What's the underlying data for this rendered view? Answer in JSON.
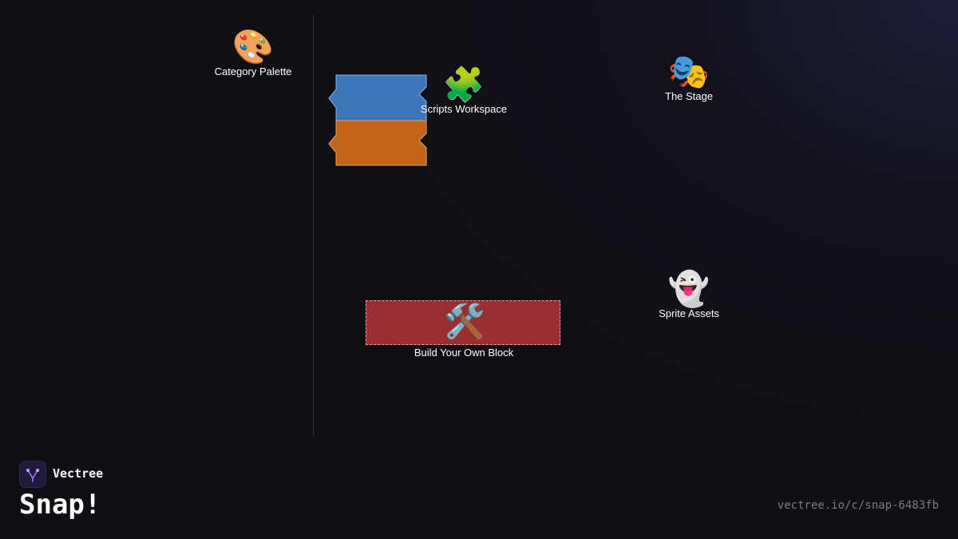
{
  "nodes": {
    "palette": {
      "icon": "palette-icon",
      "emoji": "🎨",
      "label": "Category Palette"
    },
    "scripts": {
      "icon": "puzzle-piece-icon",
      "emoji": "🧩",
      "label": "Scripts Workspace"
    },
    "stage": {
      "icon": "theater-masks-icon",
      "emoji": "🎭",
      "label": "The Stage"
    },
    "sprites": {
      "icon": "ghost-icon",
      "emoji": "👻",
      "label": "Sprite Assets"
    },
    "build": {
      "icon": "hammer-and-wrench-icon",
      "emoji": "🛠️",
      "label": "Build Your Own Block"
    }
  },
  "blocks": [
    {
      "name": "blue-block",
      "color": "#3e74b8"
    },
    {
      "name": "orange-block",
      "color": "#c26418"
    }
  ],
  "build_block_color": "#992f32",
  "brand": {
    "name": "Vectree",
    "logo_icon": "vectree-logo-icon",
    "accent": "#a064e8"
  },
  "app_title": "Snap!",
  "share_url": "vectree.io/c/snap-6483fb"
}
